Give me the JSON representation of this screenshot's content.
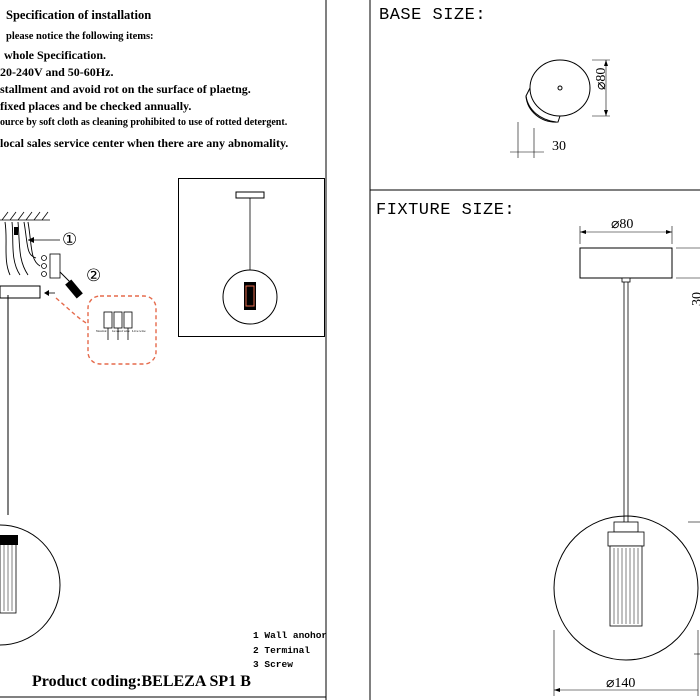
{
  "spec": {
    "title": "Specification of installation",
    "lines": [
      "please notice the following items:",
      "whole Specification.",
      "20-240V and 50-60Hz.",
      "stallment and avoid rot on the surface of plaetng.",
      "fixed places and be checked annually.",
      "ource by soft cloth as cleaning prohibited to use of rotted detergent.",
      "local sales service center when there are any abnomality."
    ]
  },
  "wiring": {
    "step1": "①",
    "step2": "②",
    "label_neutral": "Neutral",
    "label_ground": "Ground wire",
    "label_live": "Live wire"
  },
  "legend": [
    "1 Wall anohor",
    "2 Terminal",
    "3 Screw"
  ],
  "product_coding": "Product coding:BELEZA SP1 B",
  "base_size": {
    "heading": "BASE SIZE:",
    "diameter": "⌀80",
    "height": "30"
  },
  "fixture_size": {
    "heading": "FIXTURE SIZE:",
    "canopy_diameter": "⌀80",
    "canopy_height": "30",
    "globe_diameter": "⌀140"
  }
}
